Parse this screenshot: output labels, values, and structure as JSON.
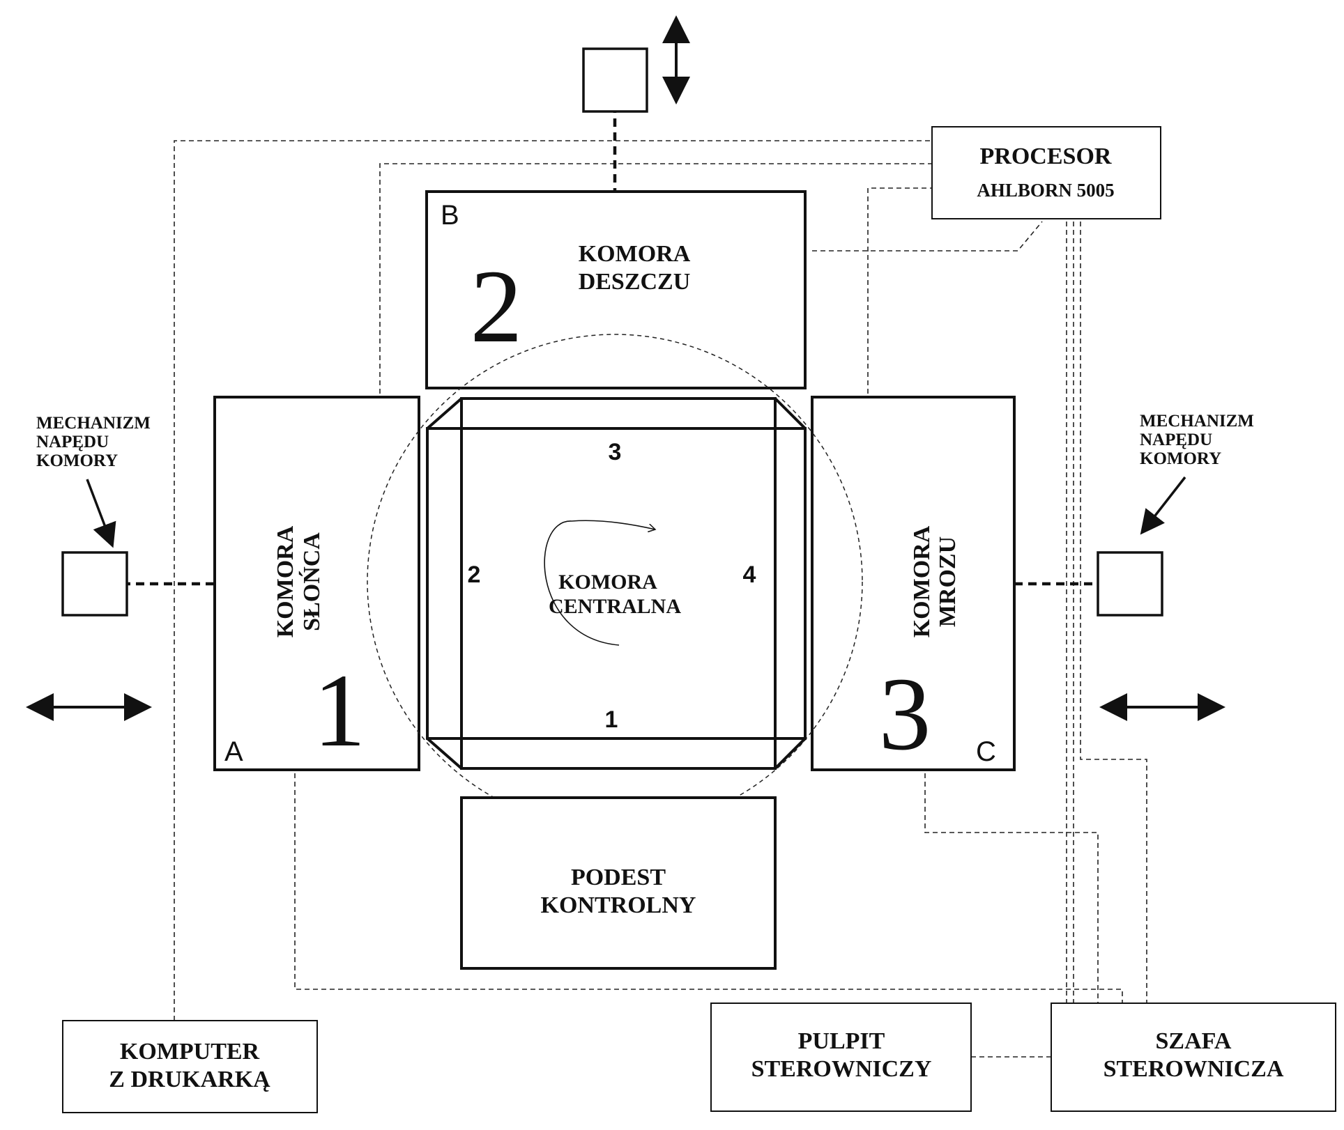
{
  "procesor": {
    "line1": "PROCESOR",
    "line2": "AHLBORN 5005"
  },
  "chamber_rain": {
    "letter": "B",
    "number": "2",
    "line1": "KOMORA",
    "line2": "DESZCZU"
  },
  "chamber_sun": {
    "letter": "A",
    "number": "1",
    "line1": "KOMORA",
    "line2": "SŁOŃCA"
  },
  "chamber_frost": {
    "letter": "C",
    "number": "3",
    "line1": "KOMORA",
    "line2": "MROZU"
  },
  "central": {
    "line1": "KOMORA",
    "line2": "CENTRALNA",
    "side_1": "1",
    "side_2": "2",
    "side_3": "3",
    "side_4": "4"
  },
  "platform": {
    "line1": "PODEST",
    "line2": "KONTROLNY"
  },
  "drive_left": {
    "line1": "MECHANIZM",
    "line2": "NAPĘDU",
    "line3": "KOMORY"
  },
  "drive_right": {
    "line1": "MECHANIZM",
    "line2": "NAPĘDU",
    "line3": "KOMORY"
  },
  "computer": {
    "line1": "KOMPUTER",
    "line2": "Z DRUKARKĄ"
  },
  "console": {
    "line1": "PULPIT",
    "line2": "STEROWNICZY"
  },
  "cabinet": {
    "line1": "SZAFA",
    "line2": "STEROWNICZA"
  }
}
